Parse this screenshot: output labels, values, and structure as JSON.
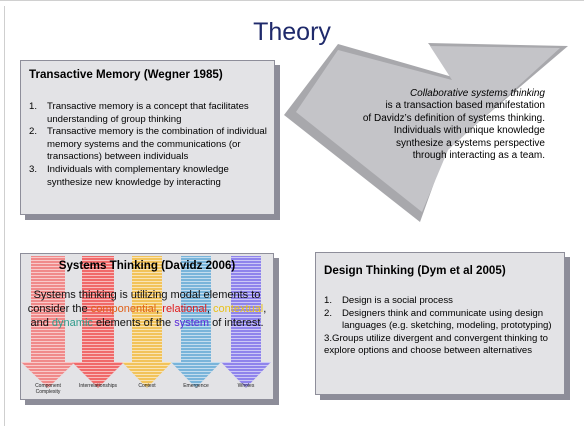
{
  "slide": {
    "title": "Theory"
  },
  "transactive_memory": {
    "heading": "Transactive Memory (Wegner 1985)",
    "items": [
      {
        "num": "1.",
        "text": "Transactive memory is a concept that facilitates understanding of group thinking"
      },
      {
        "num": "2.",
        "text": "Transactive memory is the combination of individual memory systems and the communications (or transactions) between individuals"
      },
      {
        "num": "3.",
        "text": "Individuals with complementary knowledge synthesize new knowledge by interacting"
      }
    ]
  },
  "collaborative": {
    "line1": "Collaborative systems thinking",
    "line2": "is a transaction based manifestation",
    "line3": "of Davidz’s definition of systems thinking.",
    "line4": "Individuals with unique knowledge",
    "line5": "synthesize a systems perspective",
    "line6": "through interacting as a team."
  },
  "systems_thinking": {
    "heading": "Systems Thinking (Davidz 2006)",
    "text_a": "Systems thinking is utilizing modal elements to consider the",
    "w_componential": "componential",
    "w_relational": "relational",
    "w_contextual": "contextual",
    "w_and": "and",
    "w_dynamic": "dynamic",
    "text_b": "elements of the",
    "w_system": "system",
    "text_c": "of interest.",
    "arrow_labels": [
      "Component Complexity",
      "Interrelationships",
      "Context",
      "Emergence",
      "Wholes"
    ],
    "colors": {
      "componential": "#e0611a",
      "relational": "#e01c1c",
      "contextual": "#e8c21a",
      "dynamic": "#2f9a8a",
      "system": "#5a2ad8"
    }
  },
  "design_thinking": {
    "heading": "Design Thinking (Dym et al 2005)",
    "items": [
      {
        "num": "1.",
        "text": "Design is a social process"
      },
      {
        "num": "2.",
        "text": "Designers think and communicate using design languages (e.g. sketching, modeling, prototyping)"
      },
      {
        "num": "3.",
        "text": "Groups utilize divergent and convergent thinking to explore options and choose between alternatives"
      }
    ]
  }
}
